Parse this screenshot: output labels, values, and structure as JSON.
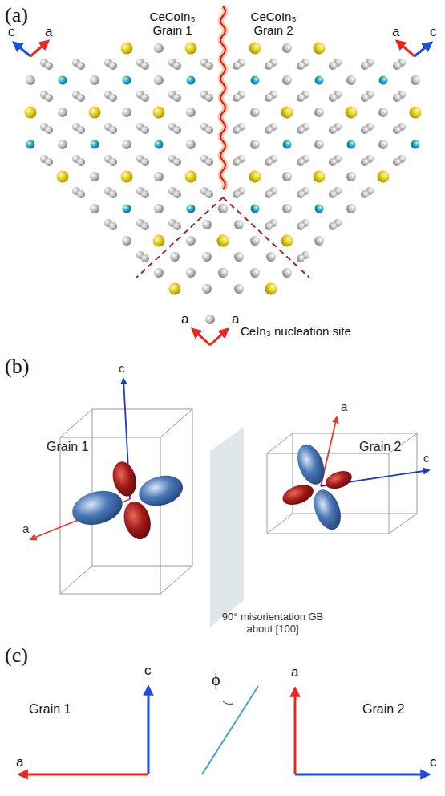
{
  "diagram": {
    "labels": [
      "(a)",
      "CeCoIn₅ Grain 1",
      "CeCoIn₅ Grain 2",
      "c",
      "a",
      "a",
      "c",
      "a",
      "a",
      "CeIn₃ nucleation site",
      "(b)",
      "c",
      "a",
      "Grain 1",
      "Grain 2",
      "c",
      "a",
      "90° misorientation GB about [100]",
      "(c)",
      "c",
      "a",
      "ϕ",
      "Grain 1",
      "Grain 2",
      "a",
      "c"
    ]
  }
}
